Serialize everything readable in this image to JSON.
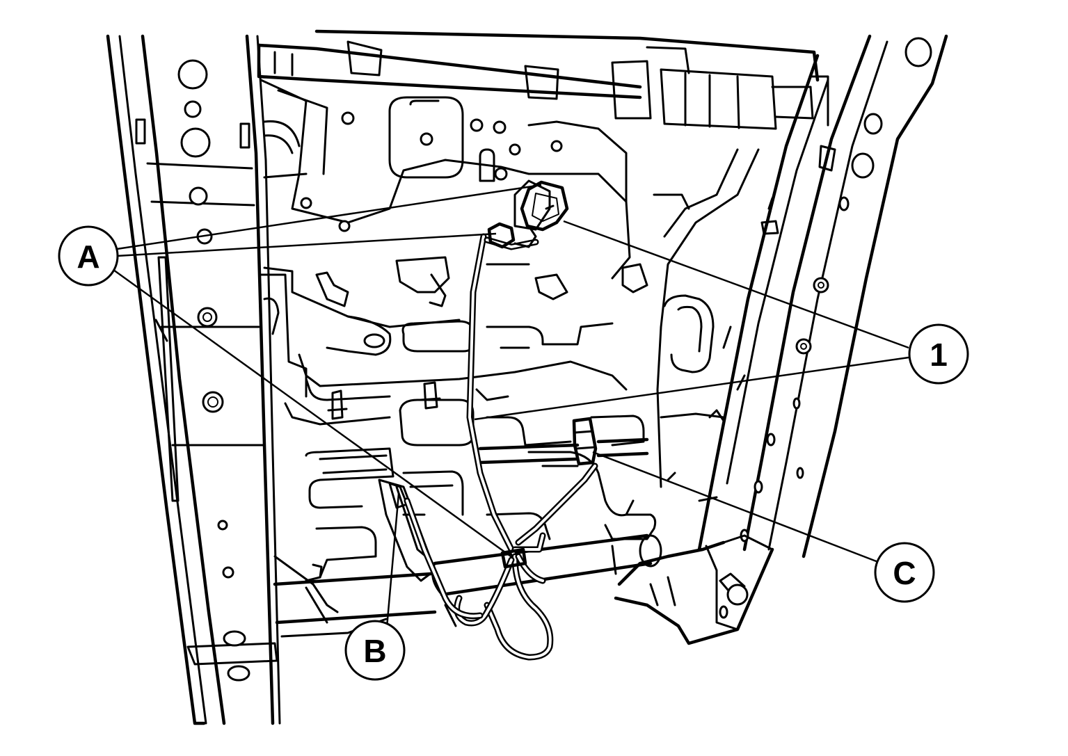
{
  "callouts": {
    "a": "A",
    "b": "B",
    "c": "C",
    "one": "1"
  }
}
